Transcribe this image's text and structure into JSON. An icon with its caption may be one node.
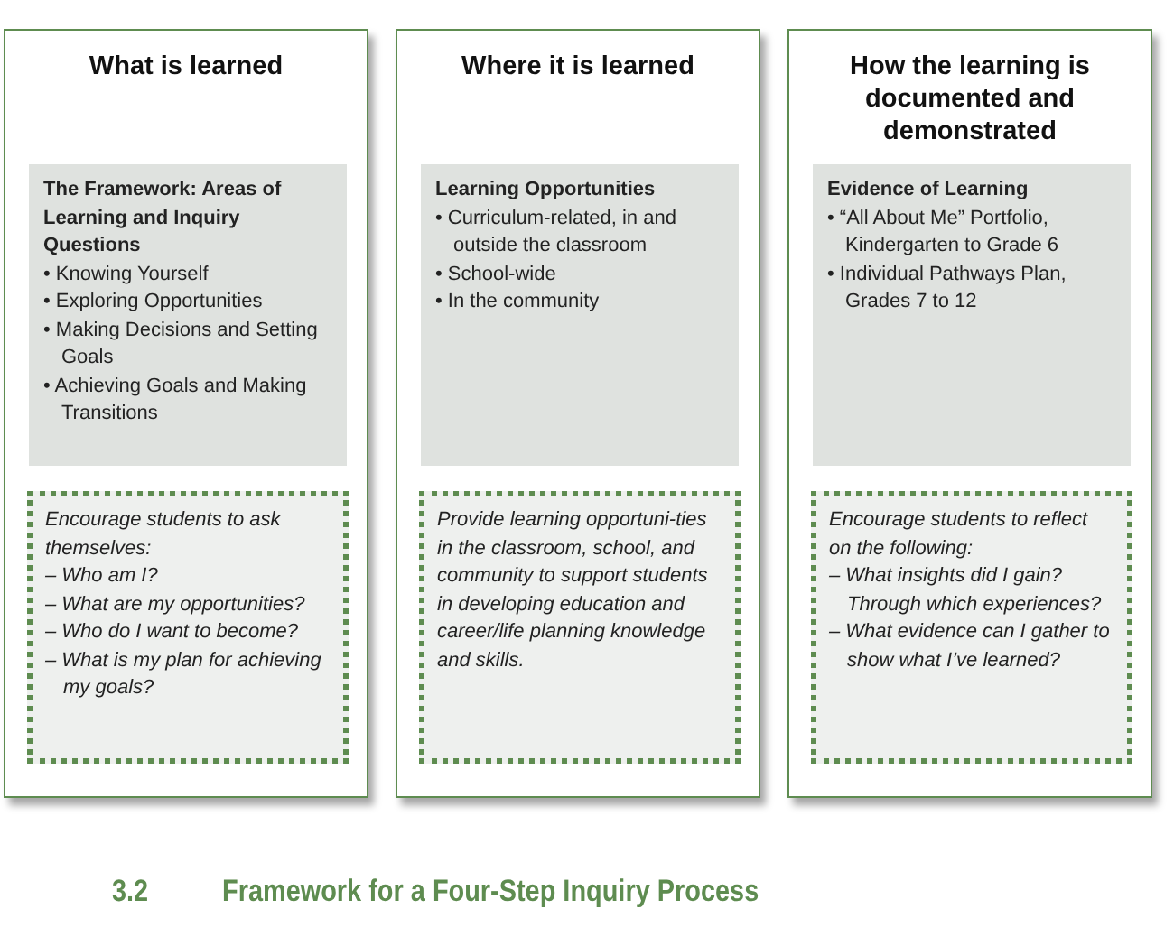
{
  "diagram": {
    "nodes": [
      {
        "text": [
          "What is learned"
        ]
      },
      {
        "text": [
          "The Framework: Areas of Learning and Inquiry Questions",
          "• Knowing Yourself",
          "• Exploring Opportunities",
          "• Making Decisions and Setting Goals",
          "• Achieving Goals and Making Transitions"
        ],
        "in": 0
      },
      {
        "text": [
          "Encourage students to ask themselves:",
          "– Who am I?",
          "– What are my opportunities?",
          "– Who do I want to become?",
          "– What is my plan for achieving my goals?"
        ],
        "in": 0
      },
      {
        "text": [
          "Where it is learned"
        ]
      },
      {
        "text": [
          "Learning Opportunities",
          "• Curriculum-related, in and outside the classroom",
          "• School-wide",
          "• In the community"
        ],
        "in": 3
      },
      {
        "text": [
          "Provide learning opportuni-ties in the classroom, school, and community to support students in developing education and career/life planning knowledge and skills."
        ],
        "in": 3
      },
      {
        "text": [
          "How the learning is documented and demonstrated"
        ]
      },
      {
        "text": [
          "Evidence of Learning",
          "• “All About Me” Portfolio, Kindergarten to Grade 6",
          "• Individual Pathways Plan, Grades 7 to 12"
        ],
        "in": 6
      },
      {
        "text": [
          "Encourage students to reflect on the following:",
          "– What insights did I gain? Through which experiences?",
          "– What evidence can I gather to show what I’ve learned?"
        ],
        "in": 6
      }
    ],
    "labels": [
      "3.2",
      "Framework for a Four-Step Inquiry Process"
    ]
  }
}
